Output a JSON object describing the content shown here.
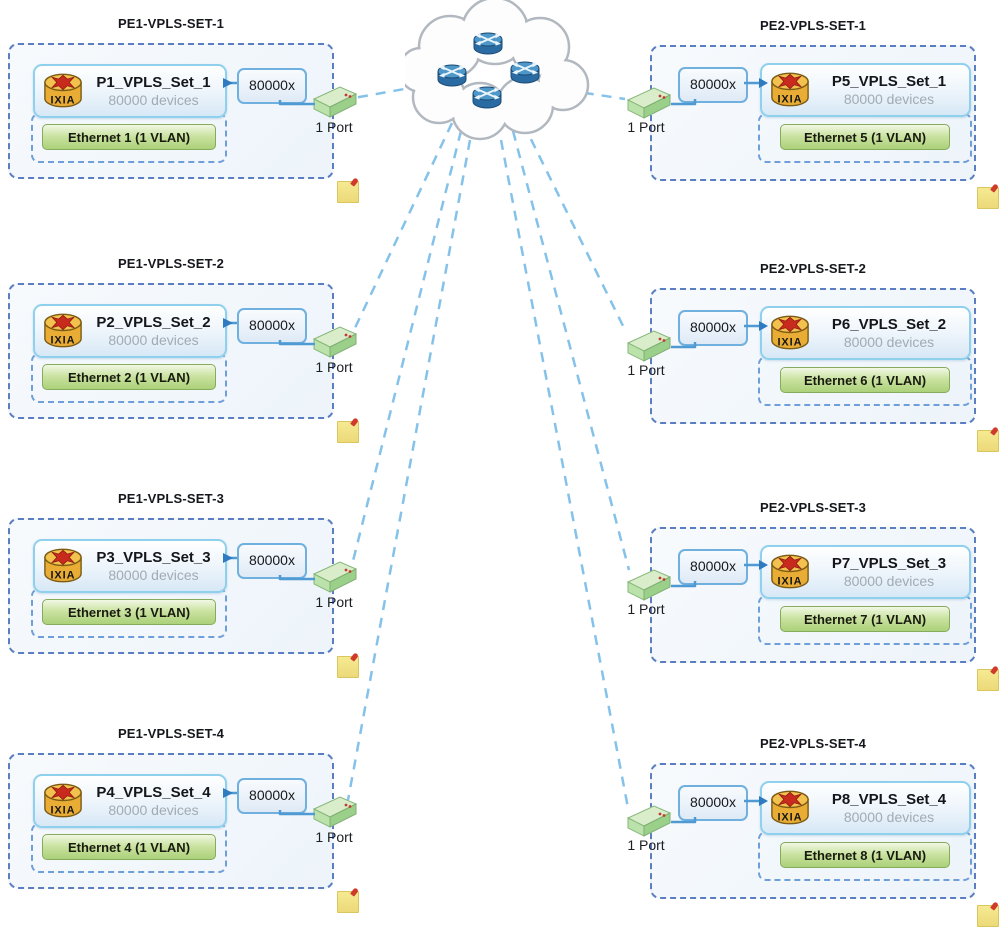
{
  "brand": "IXIA",
  "cloud": {
    "router_count": 4
  },
  "sets": [
    {
      "title": "PE1-VPLS-SET-1",
      "device_name": "P1_VPLS_Set_1",
      "device_count": "80000 devices",
      "ethernet_label": "Ethernet 1 (1 VLAN)",
      "multiplier": "80000x",
      "port_label": "1 Port"
    },
    {
      "title": "PE1-VPLS-SET-2",
      "device_name": "P2_VPLS_Set_2",
      "device_count": "80000 devices",
      "ethernet_label": "Ethernet 2 (1 VLAN)",
      "multiplier": "80000x",
      "port_label": "1 Port"
    },
    {
      "title": "PE1-VPLS-SET-3",
      "device_name": "P3_VPLS_Set_3",
      "device_count": "80000 devices",
      "ethernet_label": "Ethernet 3 (1 VLAN)",
      "multiplier": "80000x",
      "port_label": "1 Port"
    },
    {
      "title": "PE1-VPLS-SET-4",
      "device_name": "P4_VPLS_Set_4",
      "device_count": "80000 devices",
      "ethernet_label": "Ethernet 4 (1 VLAN)",
      "multiplier": "80000x",
      "port_label": "1 Port"
    },
    {
      "title": "PE2-VPLS-SET-1",
      "device_name": "P5_VPLS_Set_1",
      "device_count": "80000 devices",
      "ethernet_label": "Ethernet 5 (1 VLAN)",
      "multiplier": "80000x",
      "port_label": "1 Port"
    },
    {
      "title": "PE2-VPLS-SET-2",
      "device_name": "P6_VPLS_Set_2",
      "device_count": "80000 devices",
      "ethernet_label": "Ethernet 6 (1 VLAN)",
      "multiplier": "80000x",
      "port_label": "1 Port"
    },
    {
      "title": "PE2-VPLS-SET-3",
      "device_name": "P7_VPLS_Set_3",
      "device_count": "80000 devices",
      "ethernet_label": "Ethernet 7 (1 VLAN)",
      "multiplier": "80000x",
      "port_label": "1 Port"
    },
    {
      "title": "PE2-VPLS-SET-4",
      "device_name": "P8_VPLS_Set_4",
      "device_count": "80000 devices",
      "ethernet_label": "Ethernet 8 (1 VLAN)",
      "multiplier": "80000x",
      "port_label": "1 Port"
    }
  ],
  "colors": {
    "set_border": "#5b7ec0",
    "device_border": "#8fd0ec",
    "ethernet_green": "#abd179",
    "port_green": "#a8d89b",
    "link_blue": "#85c2ea",
    "connector_blue": "#4f9ad2",
    "note_yellow": "#f2e388",
    "ixia_gold": "#f2c14e",
    "router_blue": "#2a6ba3"
  }
}
